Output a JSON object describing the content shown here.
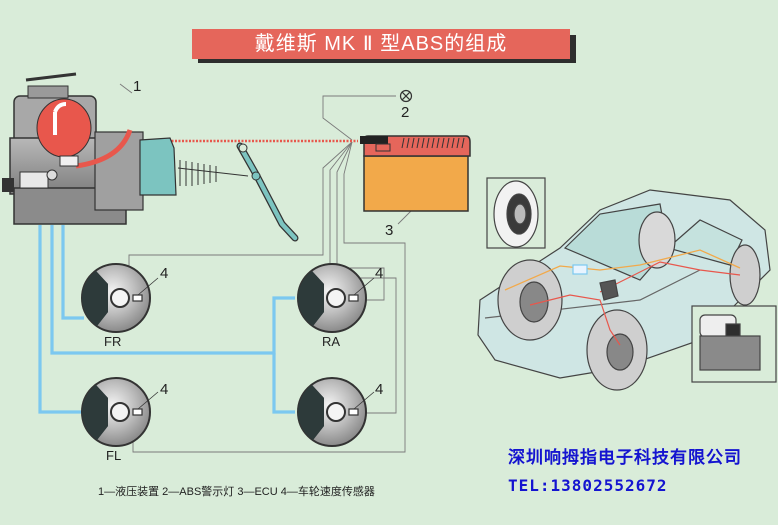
{
  "title": "戴维斯 MK Ⅱ 型ABS的组成",
  "callouts": {
    "hydraulic_unit": "1",
    "warning_lamp": "2",
    "ecu": "3",
    "sensor": "4"
  },
  "wheels": [
    {
      "position": "FR",
      "sensor_label": "4"
    },
    {
      "position": "RA",
      "sensor_label": "4"
    },
    {
      "position": "FL",
      "sensor_label": "4"
    },
    {
      "position": "",
      "sensor_label": "4"
    }
  ],
  "caption": "1—液压装置  2—ABS警示灯  3—ECU  4—车轮速度传感器",
  "company": "深圳响拇指电子科技有限公司",
  "tel": "TEL:13802552672",
  "colors": {
    "background": "#d9ecd9",
    "title_bar": "#e5665b",
    "brake_line": "#7cc8f0",
    "ecu_body": "#f2a94a",
    "ecu_top": "#e5665b",
    "company_text": "#1414d0"
  },
  "icons": {
    "warning_lamp": "lamp-cross-icon"
  }
}
